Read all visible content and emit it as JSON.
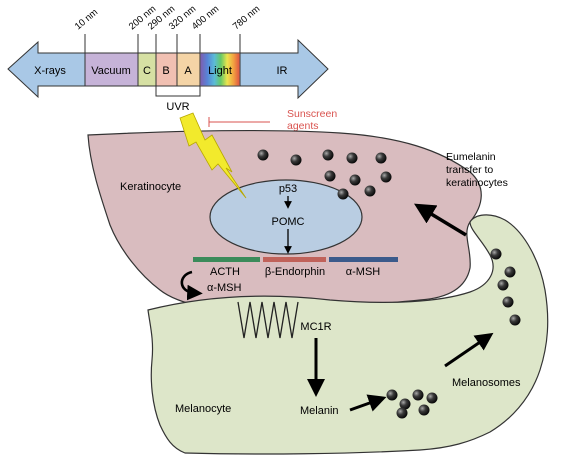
{
  "spectrum": {
    "regions": [
      {
        "label": "X-rays",
        "color": "#a9c8e6"
      },
      {
        "label": "Vacuum",
        "color": "#c6b3d8"
      },
      {
        "label": "C",
        "color": "#d6e0a3"
      },
      {
        "label": "B",
        "color": "#f1c0b2"
      },
      {
        "label": "A",
        "color": "#f4d4a6"
      },
      {
        "label": "Light",
        "color": "rainbow"
      },
      {
        "label": "IR",
        "color": "#a9c8e6"
      }
    ],
    "wavelengths": [
      "10 nm",
      "200 nm",
      "290 nm",
      "320 nm",
      "400 nm",
      "780 nm"
    ],
    "uvr_label": "UVR",
    "sunscreen_label": "Sunscreen agents",
    "sunscreen_color": "#d9534f"
  },
  "cells": {
    "keratinocyte": "Keratinocyte",
    "melanocyte": "Melanocyte",
    "keratinocyte_color": "#d9bcbf",
    "melanocyte_color": "#dde6c9",
    "nucleus_color": "#b9cde2"
  },
  "pathway": {
    "p53": "p53",
    "pomc": "POMC",
    "acth": "ACTH",
    "alpha_msh_1": "α-MSH",
    "beta_endorphin": "β-Endorphin",
    "alpha_msh_2": "α-MSH",
    "mc1r": "MC1R",
    "melanin": "Melanin",
    "melanosomes": "Melanosomes",
    "bar_colors": [
      "#3b8b5a",
      "#c0625a",
      "#3b5a8b"
    ]
  },
  "transfer_label": "Eumelanin transfer to keratinocytes"
}
